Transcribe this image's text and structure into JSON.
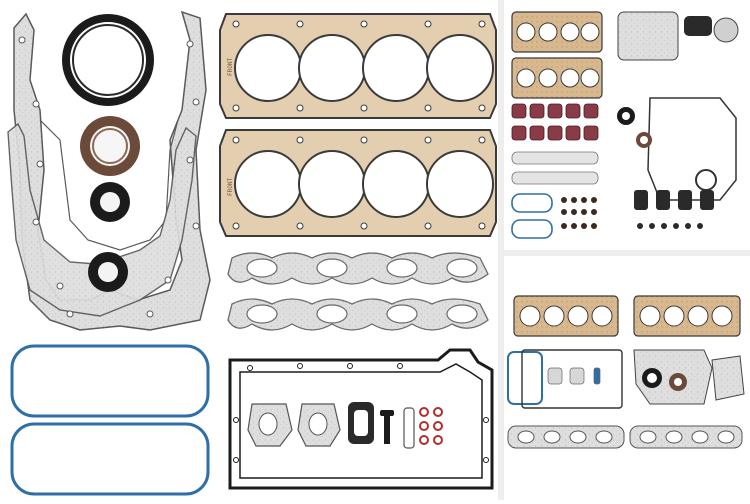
{
  "image": {
    "panels": [
      "main-gasket-kit",
      "kit-contents-overview",
      "kit-contents-compact"
    ],
    "colors": {
      "background": "#ffffff",
      "composite_gray": "#d9d9d9",
      "composite_edge": "#5a5a5a",
      "rubber_black": "#1b1b1b",
      "copper_bronze": "#c49a6c",
      "head_gasket_steel": "#e3cfb0",
      "valve_cover_blue": "#2e6fa7",
      "seal_brown": "#6b4a3a",
      "accent_red": "#b0302a"
    },
    "head_gasket_stamp": "FRONT"
  }
}
